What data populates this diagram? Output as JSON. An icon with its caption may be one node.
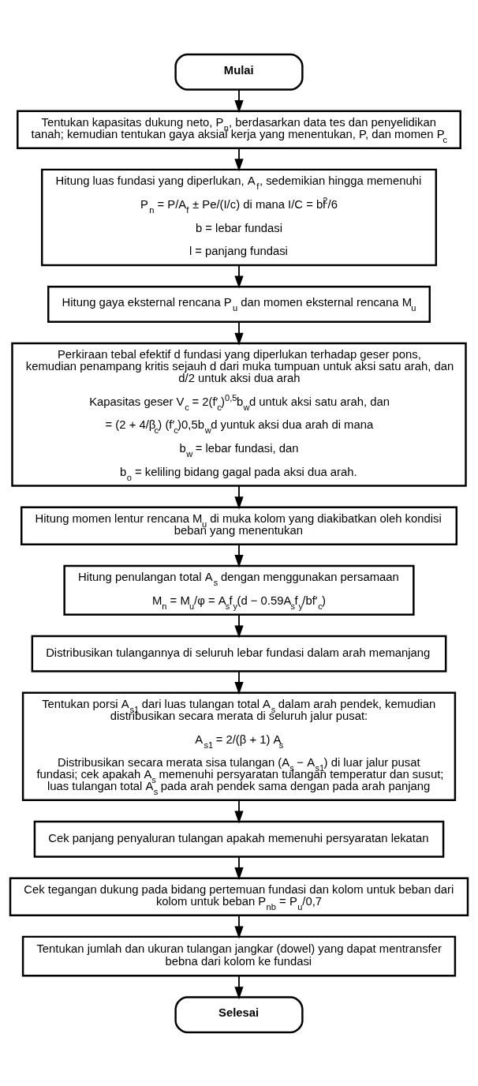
{
  "diagram": {
    "nodes": [
      {
        "text": [
          "Mulai"
        ]
      },
      {
        "text": [
          "Tentukan kapasitas dukung neto, P$_{n}$, berdasarkan data tes dan penyelidikan tanah; kemudian tentukan gaya aksial kerja yang menentukan, P, dan momen P$_{c}$"
        ]
      },
      {
        "text": [
          "Hitung luas fundasi yang diperlukan, A$_{f}$, sedemikian hingga memenuhi",
          "P$_{n}$ = P/A$_{f}$ ± Pe/(I/c) di mana I/C = bl$^{2}$/6",
          "b = lebar fundasi",
          "l = panjang fundasi"
        ]
      },
      {
        "text": [
          "Hitung gaya eksternal rencana P$_{u}$ dan momen eksternal rencana M$_{u}$"
        ]
      },
      {
        "text": [
          "Perkiraan tebal efektif d fundasi yang diperlukan terhadap geser pons, kemudian penampang kritis sejauh d dari muka tumpuan untuk aksi satu arah, dan d/2 untuk aksi dua arah",
          "Kapasitas geser V$_{c}$ = 2(f′$_{c}$)$^{0,5}$b$_{w}$d untuk aksi satu arah, dan",
          "= (2 + 4/β$_{c}$) (f′$_{c}$)0,5b$_{w}$d yuntuk aksi dua arah di mana",
          "b$_{w}$ = lebar fundasi, dan",
          "b$_{o}$ = keliling bidang gagal pada aksi dua arah."
        ]
      },
      {
        "text": [
          "Hitung momen lentur rencana M$_{u}$ di muka kolom yang diakibatkan oleh kondisi beban yang menentukan"
        ]
      },
      {
        "text": [
          "Hitung penulangan total A$_{s}$ dengan menggunakan persamaan",
          "M$_{n}$ = M$_{u}$/φ = A$_{s}$f$_{y}$(d − 0.59A$_{s}$f$_{y}$/bf′$_{c}$)"
        ]
      },
      {
        "text": [
          "Distribusikan tulangannya di seluruh lebar fundasi dalam arah memanjang"
        ]
      },
      {
        "text": [
          "Tentukan porsi A$_{s1}$ dari luas tulangan total A$_{s}$ dalam arah pendek, kemudian distribusikan secara merata di seluruh jalur pusat:",
          "A$_{s1}$ = 2/(β + 1) A$_{s}$",
          "Distribusikan secara merata sisa tulangan (A$_{s}$ − A$_{s1}$) di luar jalur pusat fundasi; cek apakah A$_{s}$ memenuhi persyaratan tulangan temperatur dan susut; luas tulangan total A$_{s}$ pada arah pendek sama dengan pada arah panjang"
        ]
      },
      {
        "text": [
          "Cek panjang penyaluran tulangan apakah memenuhi persyaratan lekatan"
        ]
      },
      {
        "text": [
          "Cek tegangan dukung pada bidang pertemuan fundasi dan kolom untuk beban dari kolom untuk beban P$_{nb}$ = P$_{u}$/0,7"
        ]
      },
      {
        "text": [
          "Tentukan jumlah dan ukuran tulangan jangkar (dowel) yang dapat mentransfer bebna dari kolom ke fundasi"
        ]
      },
      {
        "text": [
          "Selesai"
        ]
      }
    ],
    "edges": [
      {
        "from": 0,
        "to": 1,
        "arrow": "to"
      },
      {
        "from": 1,
        "to": 2,
        "arrow": "to"
      },
      {
        "from": 2,
        "to": 3,
        "arrow": "to"
      },
      {
        "from": 3,
        "to": 4,
        "arrow": "to"
      },
      {
        "from": 4,
        "to": 5,
        "arrow": "to"
      },
      {
        "from": 5,
        "to": 6,
        "arrow": "to"
      },
      {
        "from": 6,
        "to": 7,
        "arrow": "to"
      },
      {
        "from": 7,
        "to": 8,
        "arrow": "to"
      },
      {
        "from": 8,
        "to": 9,
        "arrow": "to"
      },
      {
        "from": 9,
        "to": 10,
        "arrow": "to"
      },
      {
        "from": 10,
        "to": 11,
        "arrow": "to"
      },
      {
        "from": 11,
        "to": 12,
        "arrow": "to"
      }
    ]
  }
}
